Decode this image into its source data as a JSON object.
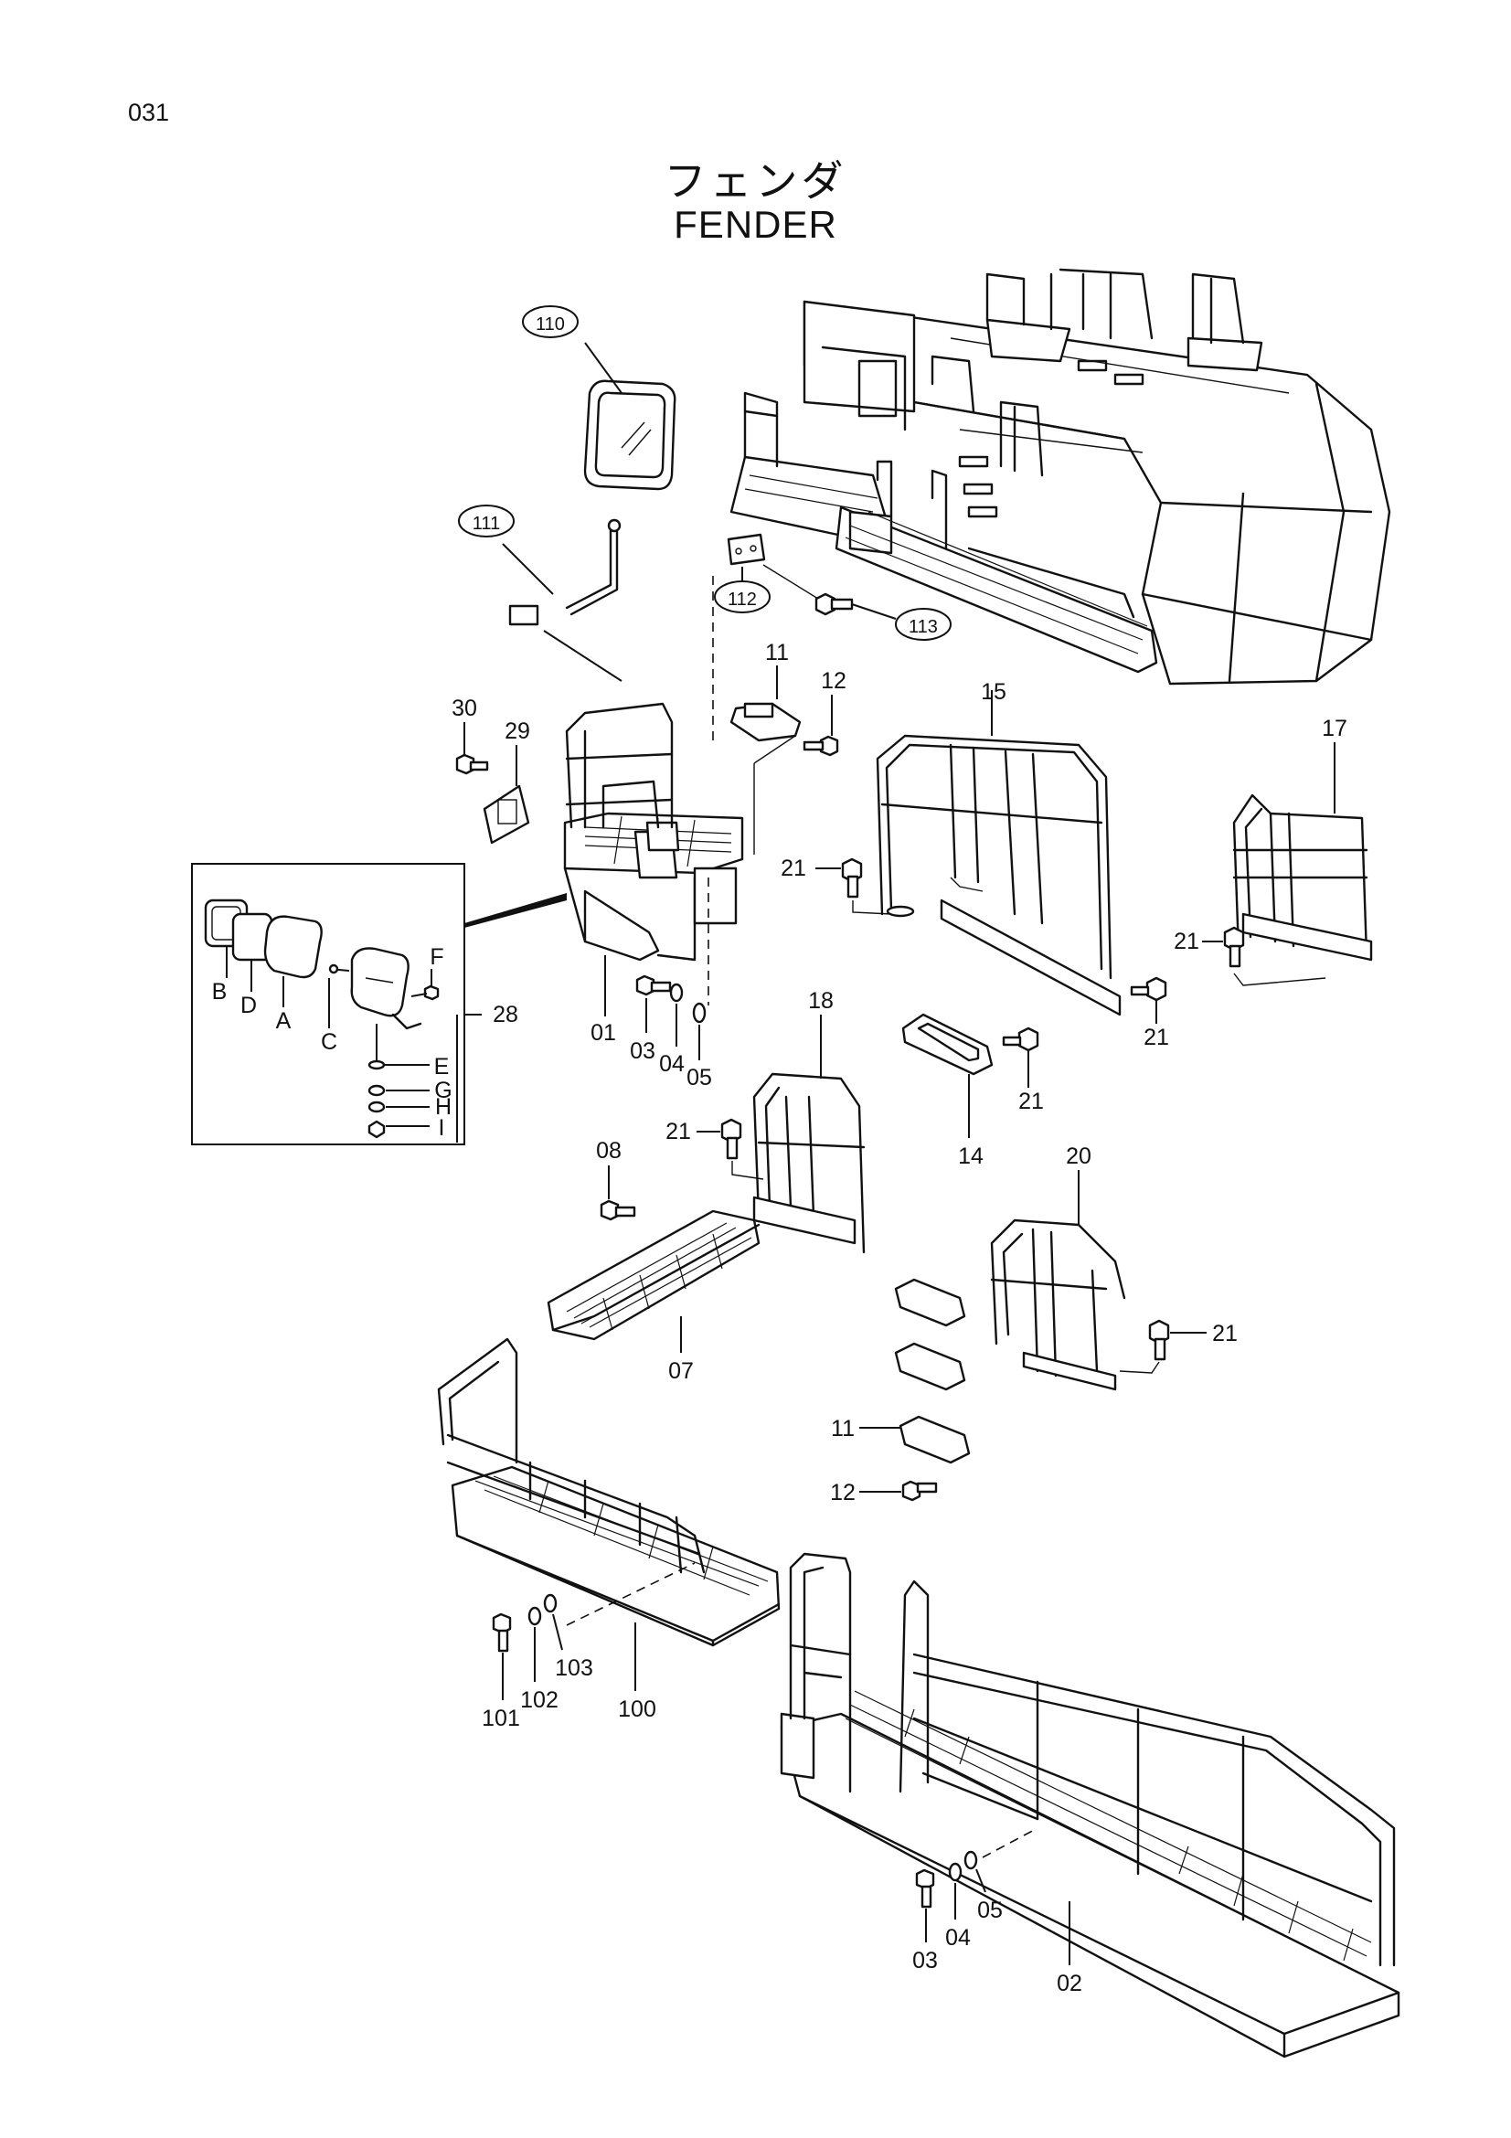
{
  "page": {
    "number": "031"
  },
  "title": {
    "japanese": "フェンダ",
    "english": "FENDER"
  },
  "callouts": [
    {
      "id": "c110",
      "text": "110",
      "circled": true
    },
    {
      "id": "c111",
      "text": "111",
      "circled": true
    },
    {
      "id": "c112",
      "text": "112",
      "circled": true
    },
    {
      "id": "c113",
      "text": "113",
      "circled": true
    },
    {
      "id": "c11a",
      "text": "11"
    },
    {
      "id": "c12a",
      "text": "12"
    },
    {
      "id": "c15",
      "text": "15"
    },
    {
      "id": "c17",
      "text": "17"
    },
    {
      "id": "c30",
      "text": "30"
    },
    {
      "id": "c29",
      "text": "29"
    },
    {
      "id": "c21a",
      "text": "21"
    },
    {
      "id": "c21b",
      "text": "21"
    },
    {
      "id": "c21c",
      "text": "21"
    },
    {
      "id": "c21d",
      "text": "21"
    },
    {
      "id": "c21e",
      "text": "21"
    },
    {
      "id": "c21f",
      "text": "21"
    },
    {
      "id": "c28",
      "text": "28"
    },
    {
      "id": "cB",
      "text": "B"
    },
    {
      "id": "cD",
      "text": "D"
    },
    {
      "id": "cA",
      "text": "A"
    },
    {
      "id": "cC",
      "text": "C"
    },
    {
      "id": "cF",
      "text": "F"
    },
    {
      "id": "cE",
      "text": "E"
    },
    {
      "id": "cG",
      "text": "G"
    },
    {
      "id": "cH",
      "text": "H"
    },
    {
      "id": "cI",
      "text": "I"
    },
    {
      "id": "c01",
      "text": "01"
    },
    {
      "id": "c03a",
      "text": "03"
    },
    {
      "id": "c04a",
      "text": "04"
    },
    {
      "id": "c05a",
      "text": "05"
    },
    {
      "id": "c18",
      "text": "18"
    },
    {
      "id": "c14",
      "text": "14"
    },
    {
      "id": "c20",
      "text": "20"
    },
    {
      "id": "c08",
      "text": "08"
    },
    {
      "id": "c07",
      "text": "07"
    },
    {
      "id": "c11b",
      "text": "11"
    },
    {
      "id": "c12b",
      "text": "12"
    },
    {
      "id": "c100",
      "text": "100"
    },
    {
      "id": "c101",
      "text": "101"
    },
    {
      "id": "c102",
      "text": "102"
    },
    {
      "id": "c103",
      "text": "103"
    },
    {
      "id": "c03b",
      "text": "03"
    },
    {
      "id": "c04b",
      "text": "04"
    },
    {
      "id": "c05b",
      "text": "05"
    },
    {
      "id": "c02",
      "text": "02"
    }
  ]
}
